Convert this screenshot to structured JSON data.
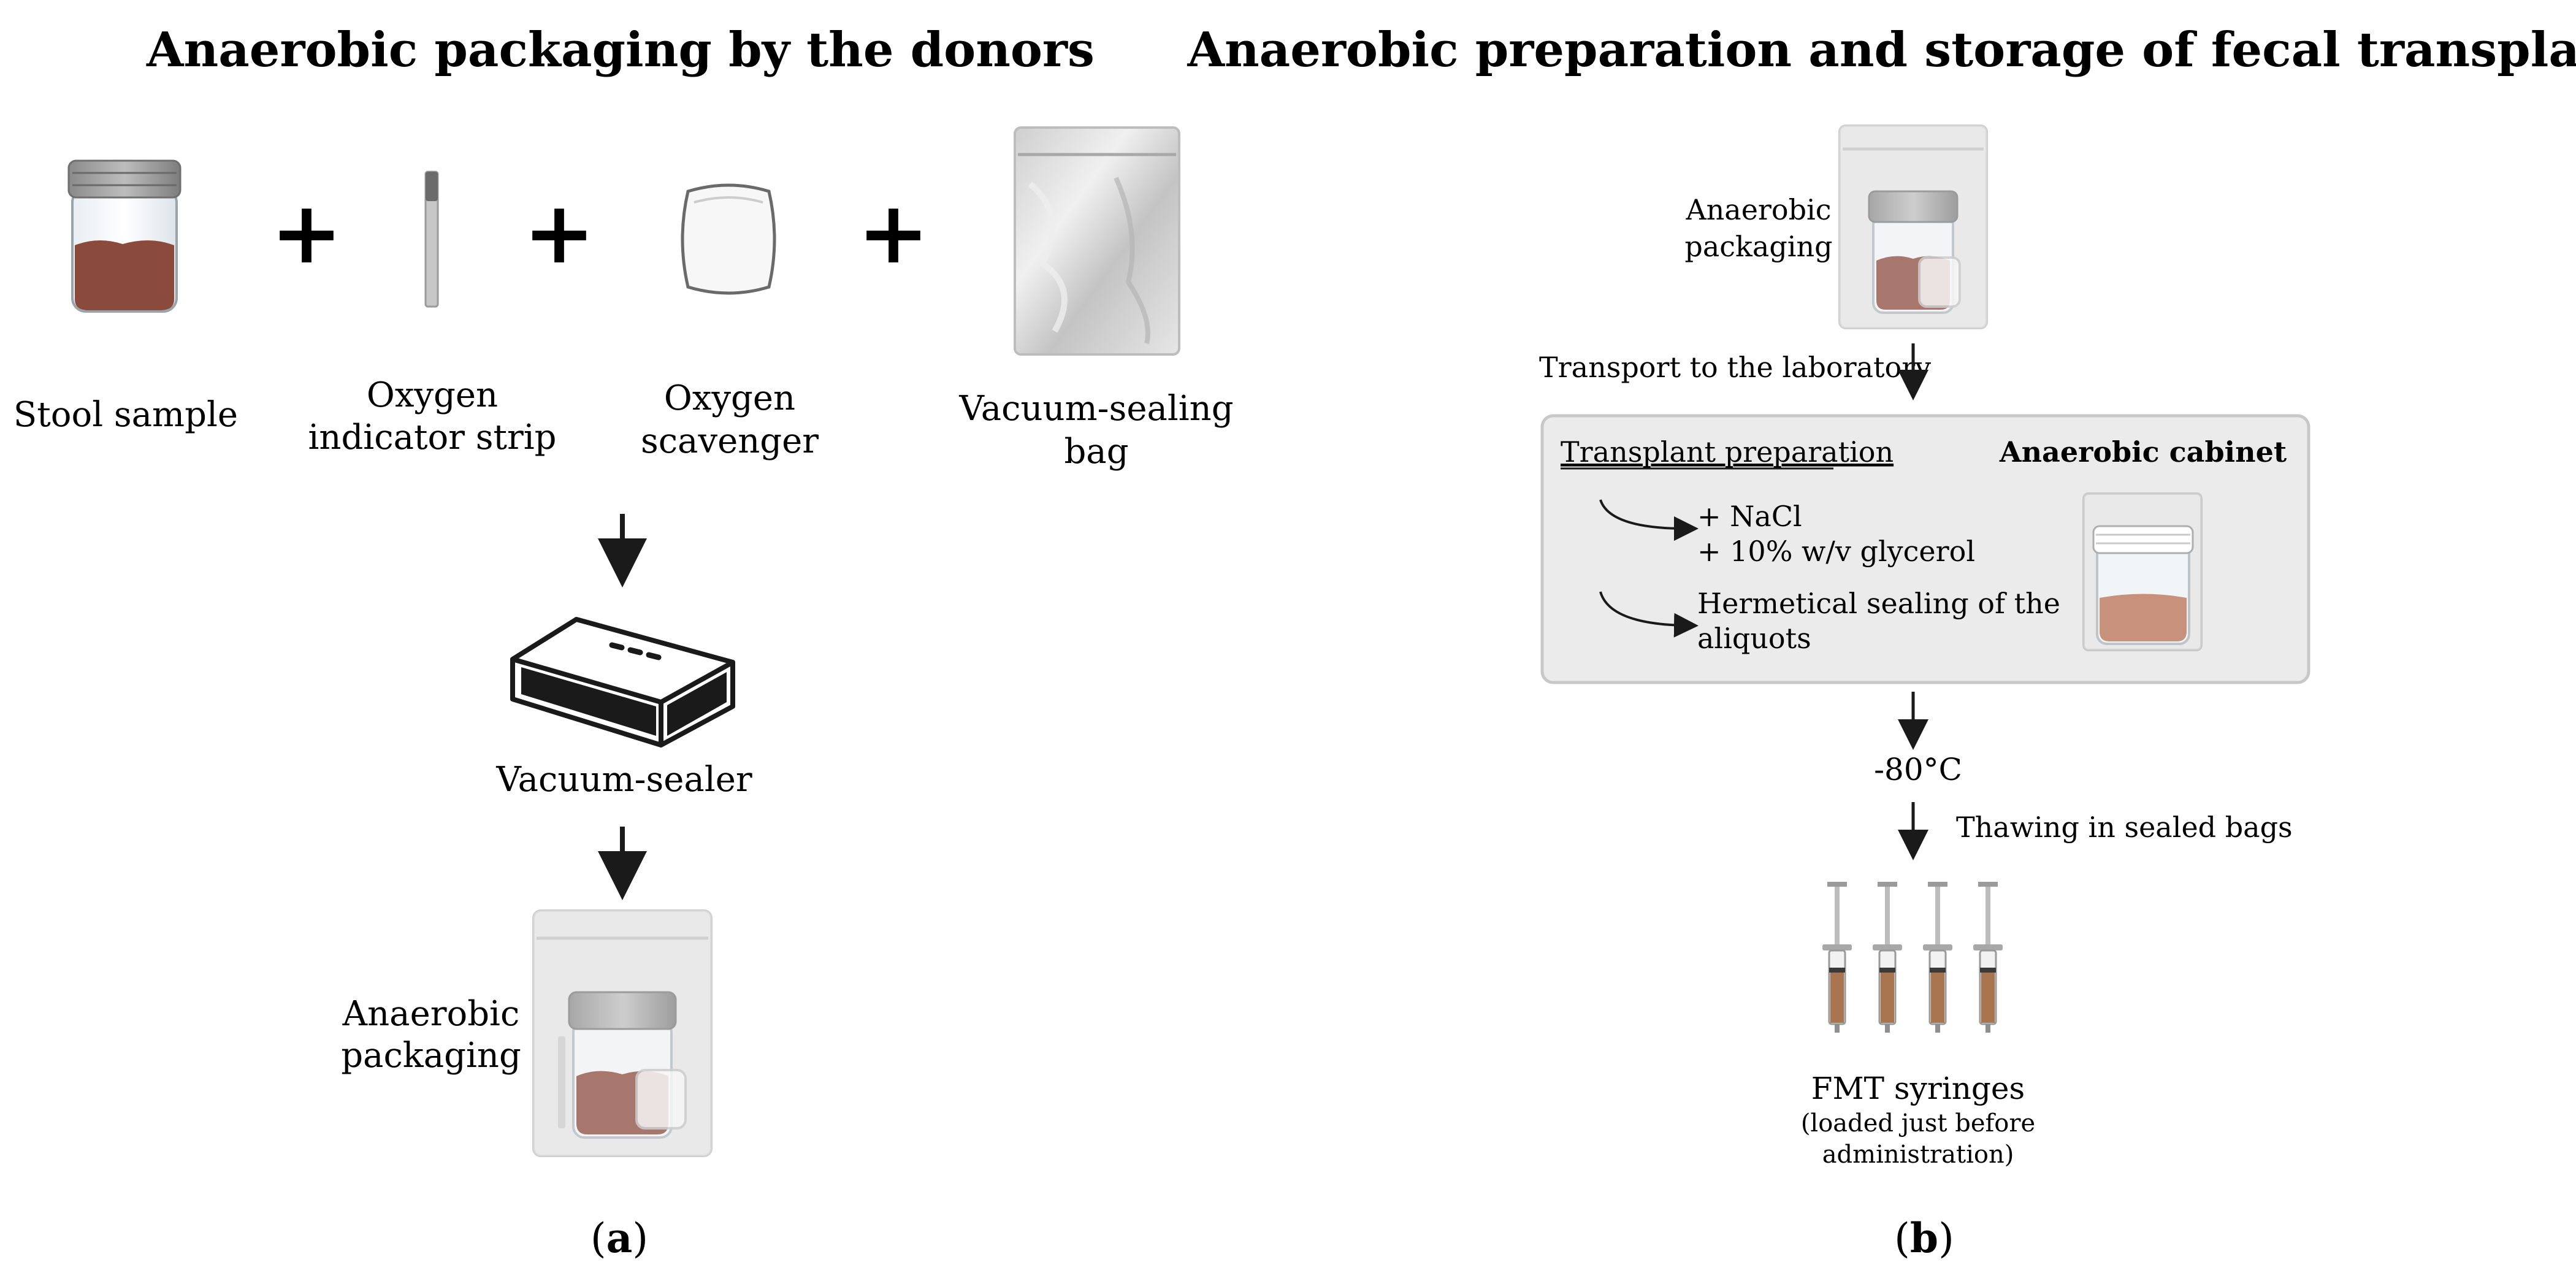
{
  "panel_a": {
    "title": "Anaerobic packaging by the donors",
    "items": [
      {
        "label_lines": [
          "Stool sample"
        ]
      },
      {
        "label_lines": [
          "Oxygen",
          "indicator strip"
        ]
      },
      {
        "label_lines": [
          "Oxygen",
          "scavenger"
        ]
      },
      {
        "label_lines": [
          "Vacuum-sealing",
          "bag"
        ]
      }
    ],
    "plus_sign": "+",
    "sealer_label": "Vacuum-sealer",
    "result_label_lines": [
      "Anaerobic",
      "packaging"
    ],
    "caption": {
      "open": "(",
      "letter": "a",
      "close": ")"
    }
  },
  "panel_b": {
    "title": "Anaerobic preparation and storage of fecal transplants",
    "packaging_label_lines": [
      "Anaerobic",
      "packaging"
    ],
    "transport_label": "Transport to the laboratory",
    "cabinet": {
      "prep_title": "Transplant preparation",
      "cabinet_title": "Anaerobic cabinet",
      "step1_lines": [
        "+ NaCl",
        "+ 10% w/v glycerol"
      ],
      "step2_lines": [
        "Hermetical sealing of the",
        "aliquots"
      ]
    },
    "temperature": "-80°C",
    "thawing_label": "Thawing in sealed bags",
    "syringes_label": "FMT syringes",
    "syringes_note_lines": [
      "(loaded just before",
      "administration)"
    ],
    "caption": {
      "open": "(",
      "letter": "b",
      "close": ")"
    }
  },
  "colors": {
    "stool": "#8a4a3c",
    "bag": "#d9d9d9",
    "cabinet_bg": "#ebebeb",
    "arrow": "#1a1a1a"
  }
}
